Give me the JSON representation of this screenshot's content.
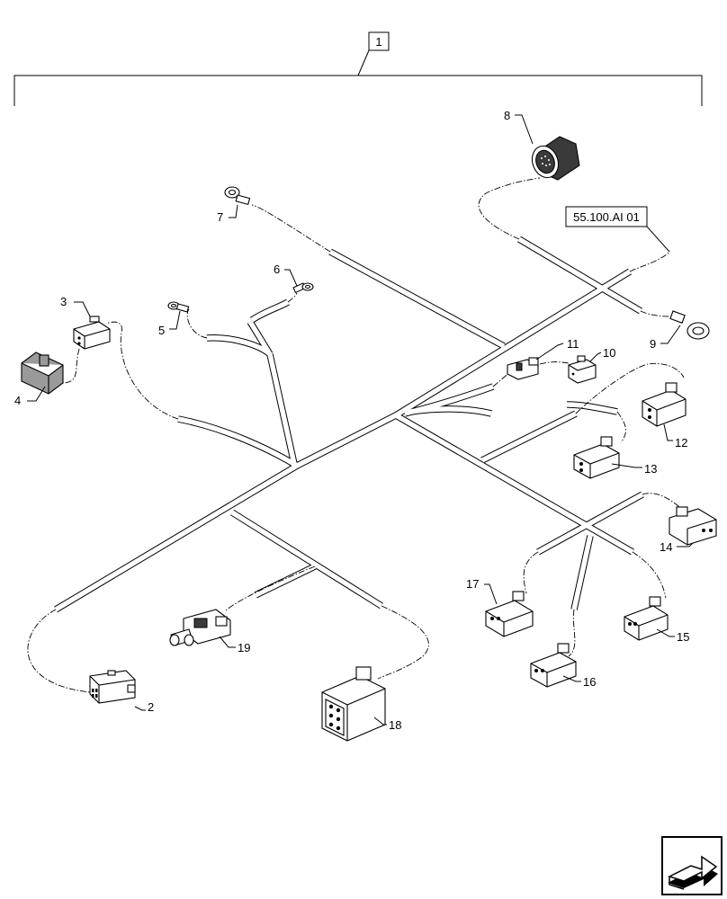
{
  "assembly": {
    "item": "1"
  },
  "reference": {
    "label": "55.100.AI 01"
  },
  "callouts": [
    "2",
    "3",
    "4",
    "5",
    "6",
    "7",
    "8",
    "9",
    "10",
    "11",
    "12",
    "13",
    "14",
    "15",
    "16",
    "17",
    "18",
    "19"
  ],
  "icons": {
    "nav": "next-page-arrow-icon"
  }
}
